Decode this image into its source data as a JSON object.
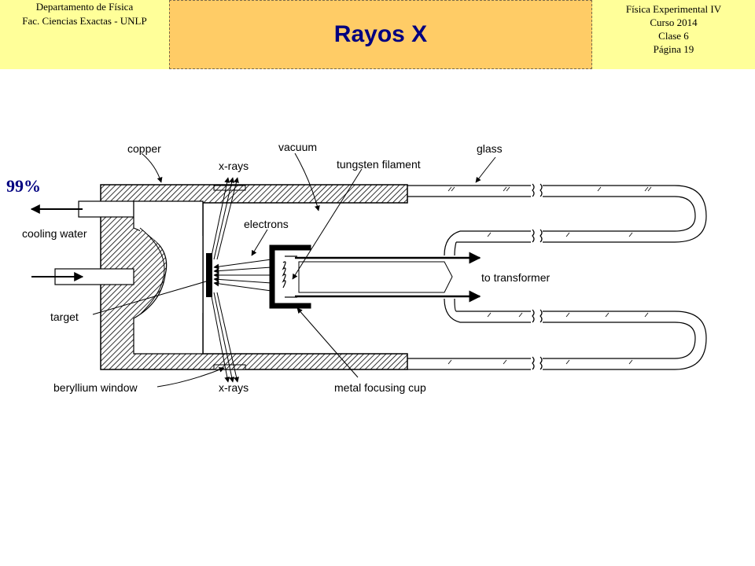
{
  "header": {
    "left_line1": "Departamento de Física",
    "left_line2": "Fac. Ciencias Exactas - UNLP",
    "title": "Rayos X",
    "right_line1": "Física Experimental IV",
    "right_line2": "Curso 2014",
    "right_line3": "Clase 6",
    "right_line4": "Página 19"
  },
  "progress_label": "99%",
  "diagram": {
    "labels": {
      "copper": "copper",
      "xrays_top": "x-rays",
      "vacuum": "vacuum",
      "tungsten_filament": "tungsten filament",
      "glass": "glass",
      "electrons": "electrons",
      "cooling_water": "cooling water",
      "to_transformer": "to transformer",
      "target": "target",
      "beryllium_window": "beryllium window",
      "xrays_bottom": "x-rays",
      "metal_focusing_cup": "metal focusing cup"
    }
  }
}
